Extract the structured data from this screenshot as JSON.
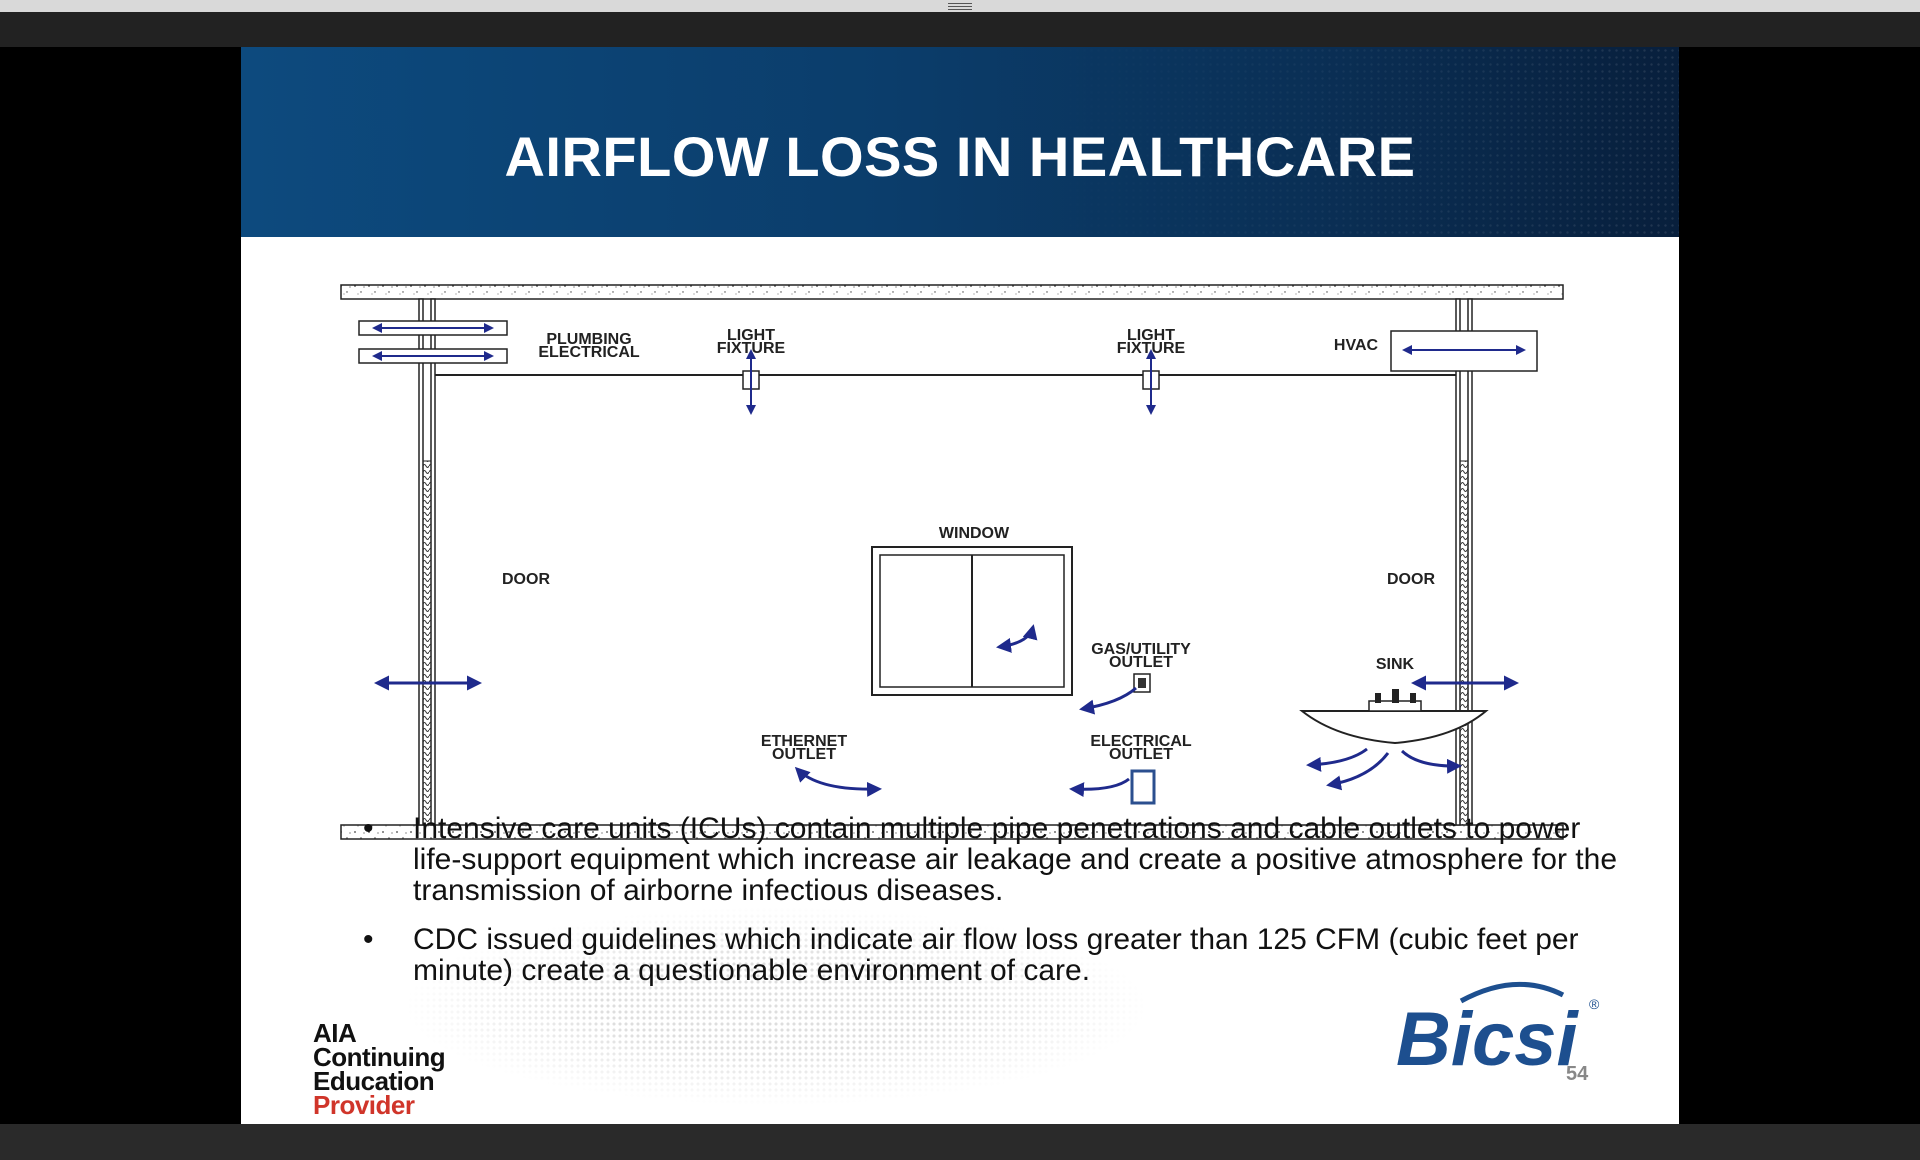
{
  "slide": {
    "title": "AIRFLOW LOSS IN HEALTHCARE",
    "page_number": "54",
    "bullet_char": "•",
    "bullets": [
      "Intensive care units (ICUs) contain multiple pipe penetrations and cable outlets to power life-support equipment which increase air leakage and create a positive atmosphere for the transmission of airborne infectious diseases.",
      "CDC issued guidelines which indicate air flow loss greater than 125 CFM (cubic feet per minute) create a questionable environment of care."
    ]
  },
  "diagram": {
    "labels": {
      "plumbing": "PLUMBING",
      "electrical": "ELECTRICAL",
      "light_fixture_1_line1": "LIGHT",
      "light_fixture_1_line2": "FIXTURE",
      "light_fixture_2_line1": "LIGHT",
      "light_fixture_2_line2": "FIXTURE",
      "hvac": "HVAC",
      "window": "WINDOW",
      "door_left": "DOOR",
      "door_right": "DOOR",
      "gas_line1": "GAS/UTILITY",
      "gas_line2": "OUTLET",
      "sink": "SINK",
      "ethernet_line1": "ETHERNET",
      "ethernet_line2": "OUTLET",
      "electrical_outlet_line1": "ELECTRICAL",
      "electrical_outlet_line2": "OUTLET"
    },
    "arrow_color": "#1f2a8c"
  },
  "logos": {
    "aia_line1": "AIA",
    "aia_line2": "Continuing",
    "aia_line3": "Education",
    "aia_line4": "Provider",
    "bicsi": "Bicsi",
    "bicsi_mark": "®"
  }
}
